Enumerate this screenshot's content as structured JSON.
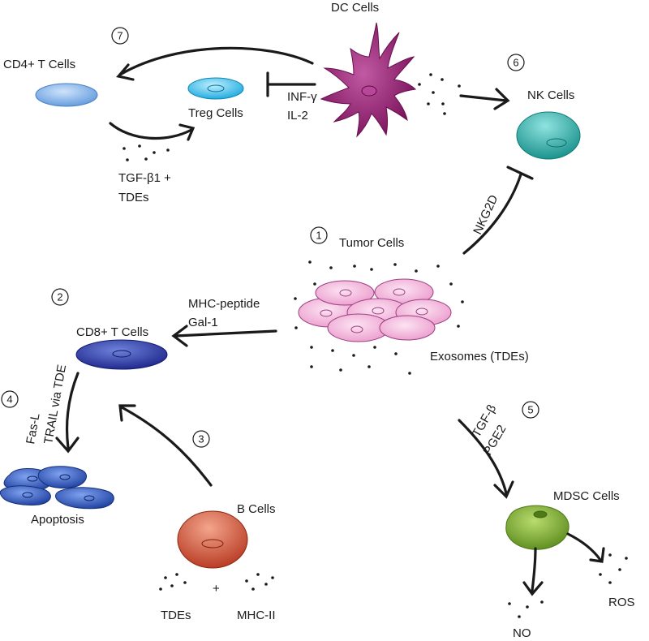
{
  "labels": {
    "dc_cells": "DC Cells",
    "cd4_t_cells": "CD4+ T Cells",
    "treg_cells": "Treg Cells",
    "inf_gamma": "INF-γ",
    "il2": "IL-2",
    "nk_cells": "NK Cells",
    "tgf_b1": "TGF-β1 +",
    "tdes_top": "TDEs",
    "nkg2d": "NKG2D",
    "tumor_cells": "Tumor Cells",
    "mhc_peptide": "MHC-peptide",
    "gal1": "Gal-1",
    "cd8_t_cells": "CD8+ T Cells",
    "exosomes": "Exosomes (TDEs)",
    "fas_l": "Fas-L",
    "trail": "TRAIL via TDE",
    "apoptosis": "Apoptosis",
    "b_cells": "B Cells",
    "tdes_bottom": "TDEs",
    "plus": "+",
    "mhc_ii": "MHC-II",
    "tgf_b": "TGF-β",
    "pge2": "PGE2",
    "mdsc_cells": "MDSC Cells",
    "no": "NO",
    "ros": "ROS"
  },
  "step_numbers": {
    "n1": "1",
    "n2": "2",
    "n3": "3",
    "n4": "4",
    "n5": "5",
    "n6": "6",
    "n7": "7"
  },
  "colors": {
    "tumor_cell": "#f3b6dc",
    "tumor_stroke": "#9b3f82",
    "dc_cell": "#8e1e6e",
    "cd4_cell": "#7fb1e8",
    "treg_cell": "#4cc7ef",
    "nk_cell": "#2bb3ad",
    "cd8_cell": "#2c3aa6",
    "b_cell": "#d1563a",
    "mdsc_cell": "#7cac2e",
    "apoptosis_cell": "#2b55b8"
  }
}
